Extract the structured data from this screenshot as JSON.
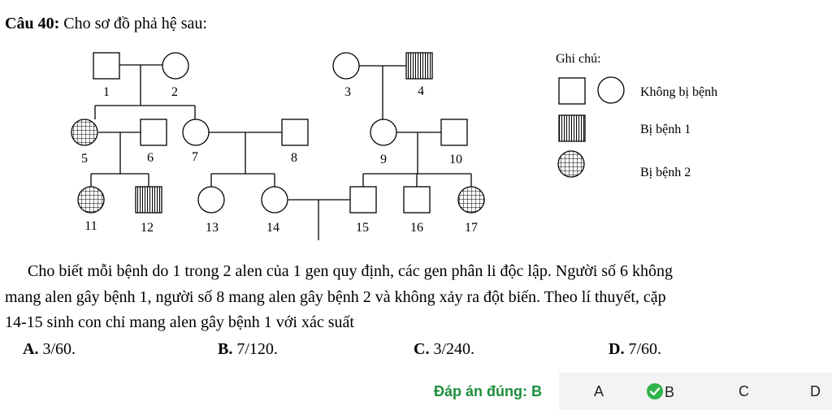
{
  "question": {
    "number_label": "Câu 40:",
    "title": "Cho sơ đồ phả hệ sau:",
    "body_lines": [
      "Cho biết mỗi bệnh do 1 trong 2 alen của 1 gen quy định, các gen phân li độc lập. Người số 6 không",
      "mang alen gây bệnh 1, người số 8 mang alen gây bệnh 2 và không xảy ra đột biến. Theo lí thuyết, cặp",
      "14-15 sinh con chỉ mang alen gây bệnh 1 với xác suất"
    ],
    "options": [
      {
        "letter": "A.",
        "text": " 3/60."
      },
      {
        "letter": "B.",
        "text": " 7/120."
      },
      {
        "letter": "C.",
        "text": " 3/240."
      },
      {
        "letter": "D.",
        "text": " 7/60."
      }
    ]
  },
  "pedigree": {
    "individuals": [
      {
        "id": "1",
        "sex": "male",
        "status": "unaffected"
      },
      {
        "id": "2",
        "sex": "female",
        "status": "unaffected"
      },
      {
        "id": "3",
        "sex": "female",
        "status": "unaffected"
      },
      {
        "id": "4",
        "sex": "male",
        "status": "disease-1"
      },
      {
        "id": "5",
        "sex": "female",
        "status": "disease-2"
      },
      {
        "id": "6",
        "sex": "male",
        "status": "unaffected"
      },
      {
        "id": "7",
        "sex": "female",
        "status": "unaffected"
      },
      {
        "id": "8",
        "sex": "male",
        "status": "unaffected"
      },
      {
        "id": "9",
        "sex": "female",
        "status": "unaffected"
      },
      {
        "id": "10",
        "sex": "male",
        "status": "unaffected"
      },
      {
        "id": "11",
        "sex": "female",
        "status": "disease-2"
      },
      {
        "id": "12",
        "sex": "male",
        "status": "disease-1"
      },
      {
        "id": "13",
        "sex": "female",
        "status": "unaffected"
      },
      {
        "id": "14",
        "sex": "female",
        "status": "unaffected"
      },
      {
        "id": "15",
        "sex": "male",
        "status": "unaffected"
      },
      {
        "id": "16",
        "sex": "male",
        "status": "unaffected"
      },
      {
        "id": "17",
        "sex": "female",
        "status": "disease-2"
      }
    ]
  },
  "legend": {
    "title": "Ghi chú:",
    "unaffected": "Không bị bệnh",
    "disease1": "Bị bệnh 1",
    "disease2": "Bị bệnh 2"
  },
  "answer": {
    "label": "Đáp án đúng: B",
    "choices": [
      "A",
      "B",
      "C",
      "D"
    ],
    "correct": "B",
    "correct_color": "#2fb34a"
  }
}
